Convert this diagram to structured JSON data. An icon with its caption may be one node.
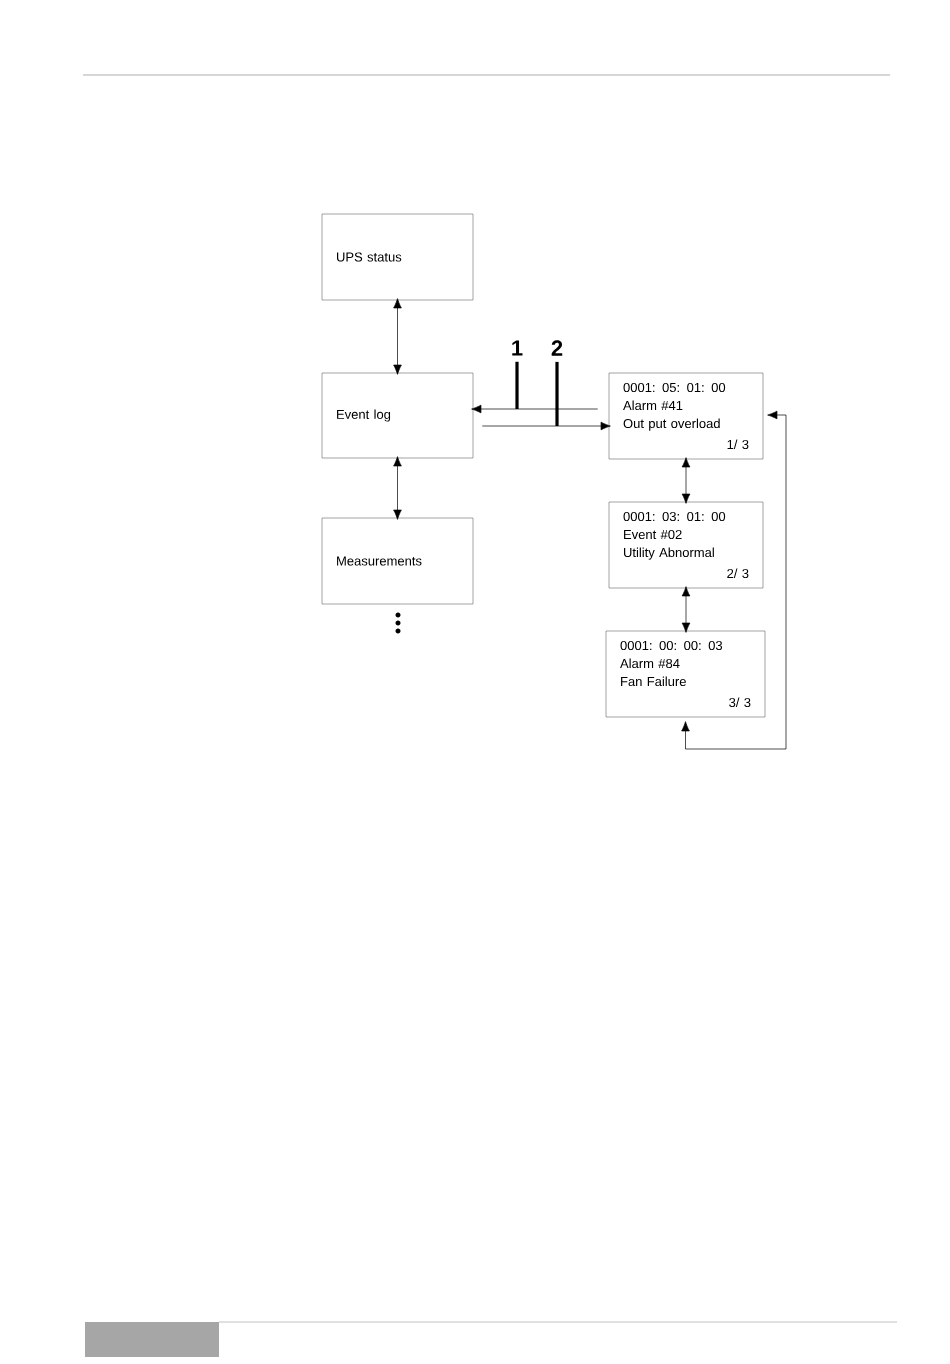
{
  "diagram": {
    "nodes": [
      {
        "text": [
          "UPS status"
        ]
      },
      {
        "text": [
          "Event log"
        ]
      },
      {
        "text": [
          "Measurements"
        ]
      },
      {
        "text": [
          "0001: 05: 01: 00",
          "Alarm #41",
          "Out put  overload",
          "1/ 3"
        ]
      },
      {
        "text": [
          "0001: 03: 01: 00",
          "Event  #02",
          "Utility  Abnormal",
          "2/ 3"
        ]
      },
      {
        "text": [
          "0001: 00: 00: 03",
          "Alarm #84",
          "Fan  Failure",
          "3/ 3"
        ]
      },
      {
        "text": [
          "1"
        ]
      },
      {
        "text": [
          "2"
        ]
      }
    ],
    "edges": [
      {
        "from": 0,
        "to": 1,
        "arrow": "both"
      },
      {
        "from": 1,
        "to": 2,
        "arrow": "both"
      },
      {
        "from": 3,
        "to": 1,
        "arrow": "to"
      },
      {
        "from": 1,
        "to": 3,
        "arrow": "to"
      },
      {
        "from": 3,
        "to": 4,
        "arrow": "both"
      },
      {
        "from": 4,
        "to": 5,
        "arrow": "both"
      },
      {
        "from": 5,
        "to": 3,
        "arrow": "both"
      },
      {
        "from": 6,
        "to": null,
        "arrow": "none",
        "style": "thick"
      },
      {
        "from": 7,
        "to": null,
        "arrow": "none",
        "style": "thick"
      }
    ]
  }
}
